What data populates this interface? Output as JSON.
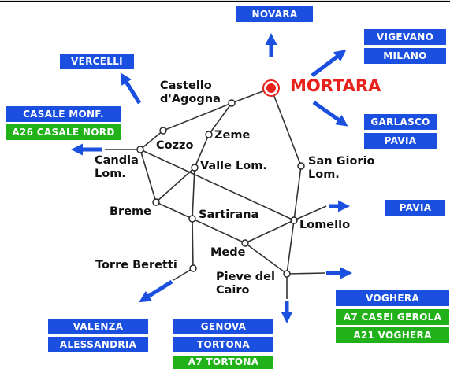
{
  "colors": {
    "sign_blue": "#1a4fe0",
    "sign_green": "#21b21a",
    "arrow": "#1a4fe0",
    "road": "#333333",
    "highlight": "#e8211b"
  },
  "highlight_town": "MORTARA",
  "towns": {
    "castello": [
      "Castello",
      "d'Agogna"
    ],
    "zeme": "Zeme",
    "cozzo": "Cozzo",
    "candia": [
      "Candia",
      "Lom."
    ],
    "valle": "Valle Lom.",
    "san_giorgio": [
      "San Giorio",
      "Lom."
    ],
    "breme": "Breme",
    "sartirana": "Sartirana",
    "lomello": "Lomello",
    "mede": "Mede",
    "pieve": [
      "Pieve del",
      "Cairo"
    ],
    "torre": "Torre Beretti"
  },
  "signs": {
    "novara": "NOVARA",
    "vigevano": "VIGEVANO",
    "milano": "MILANO",
    "vercelli": "VERCELLI",
    "casale_monf": "CASALE MONF.",
    "a26_casale_nord": "A26 CASALE NORD",
    "garlasco": "GARLASCO",
    "pavia_1": "PAVIA",
    "pavia_2": "PAVIA",
    "voghera": "VOGHERA",
    "a7_casei_gerola": "A7 CASEI GEROLA",
    "a21_voghera": "A21 VOGHERA",
    "valenza": "VALENZA",
    "alessandria": "ALESSANDRIA",
    "genova": "GENOVA",
    "tortona": "TORTONA",
    "a7_tortona": "A7 TORTONA"
  }
}
